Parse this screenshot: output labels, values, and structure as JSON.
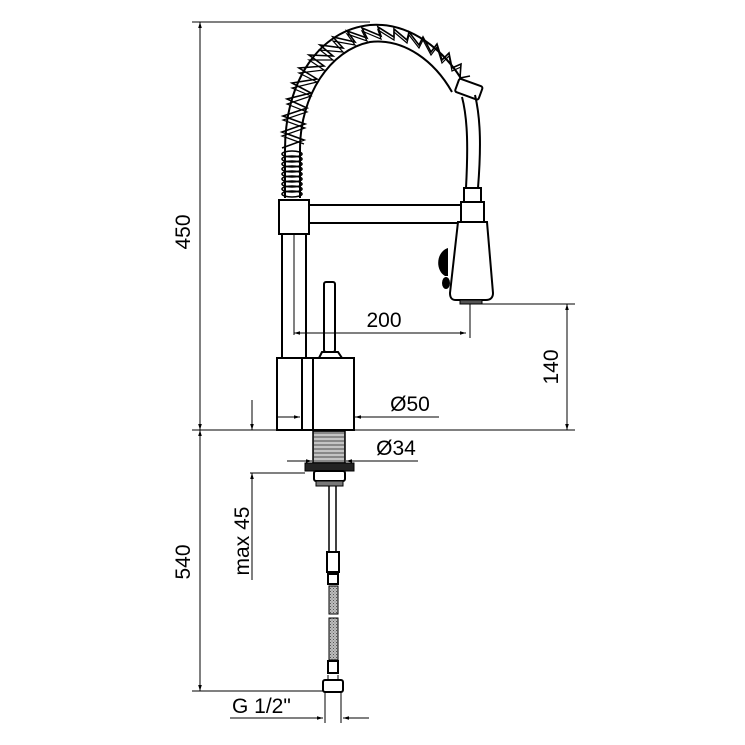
{
  "drawing": {
    "subject": "pull-down spring kitchen faucet technical drawing",
    "colors": {
      "line": "#000000",
      "background": "#ffffff",
      "hose_fill": "#9a9a9a"
    },
    "dimensions": {
      "total_height": "450",
      "spout_reach": "200",
      "outlet_height": "140",
      "base_diameter": "Ø50",
      "shank_diameter": "Ø34",
      "max_counter_thickness": "max 45",
      "hose_length": "540",
      "connection_thread": "G 1/2\""
    }
  }
}
